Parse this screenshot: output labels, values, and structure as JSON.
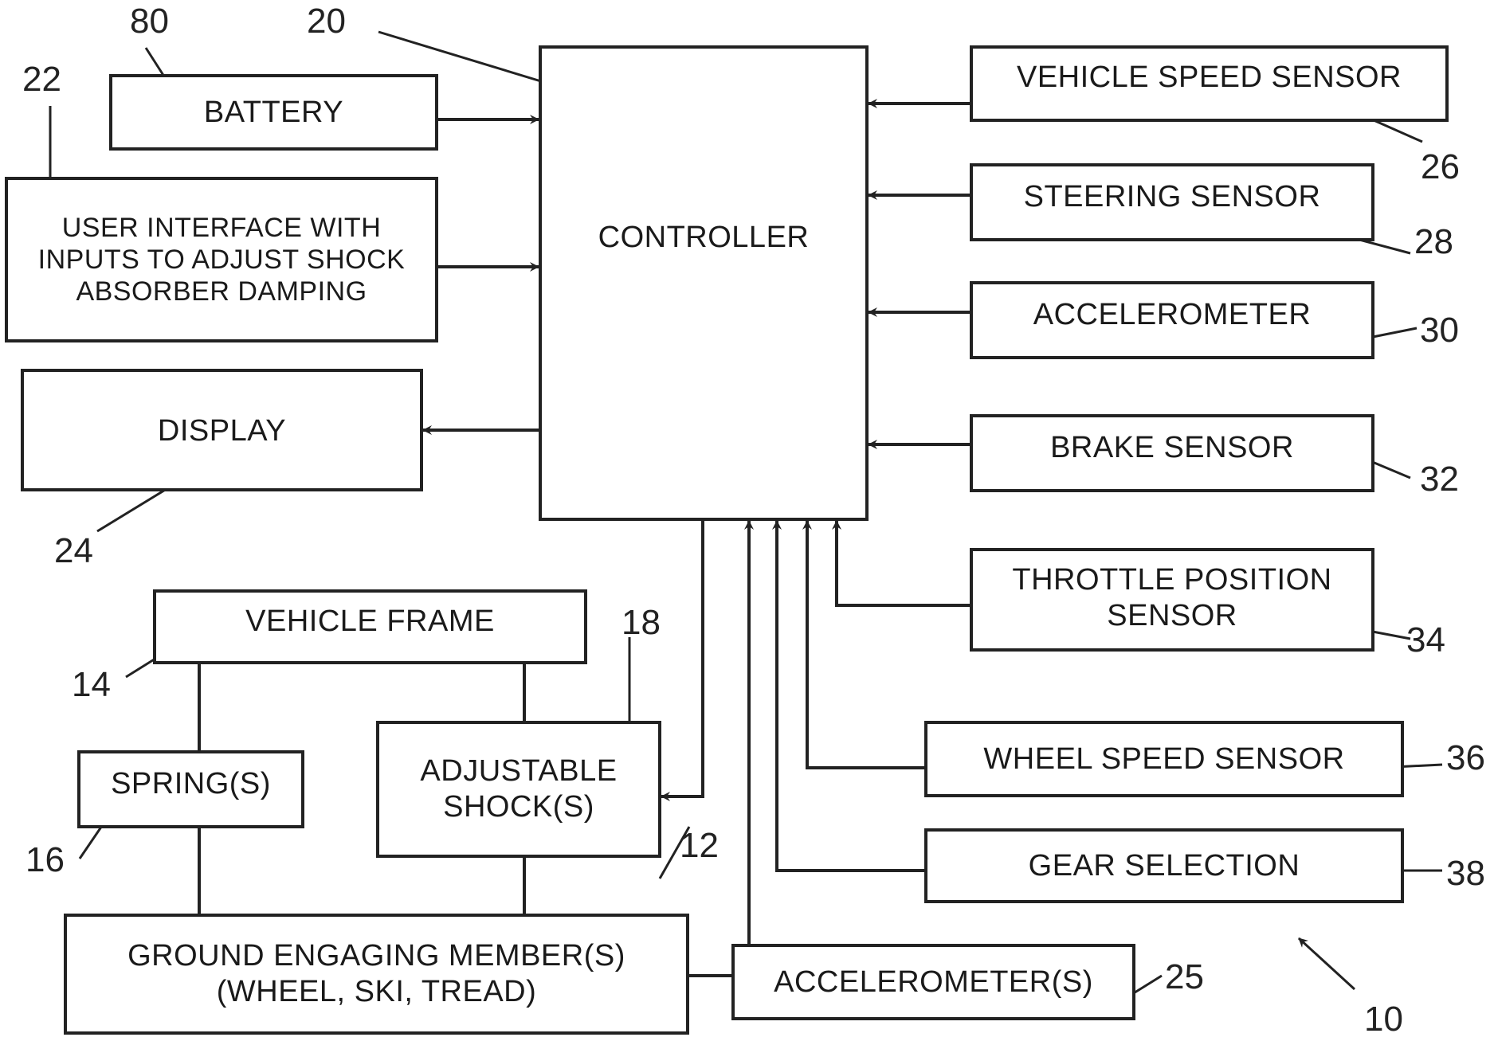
{
  "diagram": {
    "title": "Vehicle suspension control system block diagram",
    "system_ref": "10",
    "blocks": {
      "battery": {
        "label": "BATTERY",
        "ref": "80"
      },
      "user_interface": {
        "label": "USER INTERFACE WITH\nINPUTS TO ADJUST SHOCK\nABSORBER DAMPING",
        "ref": "22"
      },
      "display": {
        "label": "DISPLAY",
        "ref": "24"
      },
      "controller": {
        "label": "CONTROLLER",
        "ref": "20"
      },
      "vehicle_speed_sensor": {
        "label": "VEHICLE SPEED SENSOR",
        "ref": "26"
      },
      "steering_sensor": {
        "label": "STEERING SENSOR",
        "ref": "28"
      },
      "accelerometer": {
        "label": "ACCELEROMETER",
        "ref": "30"
      },
      "brake_sensor": {
        "label": "BRAKE SENSOR",
        "ref": "32"
      },
      "throttle_position_sensor": {
        "label": "THROTTLE POSITION\nSENSOR",
        "ref": "34"
      },
      "wheel_speed_sensor": {
        "label": "WHEEL SPEED SENSOR",
        "ref": "36"
      },
      "gear_selection": {
        "label": "GEAR SELECTION",
        "ref": "38"
      },
      "vehicle_frame": {
        "label": "VEHICLE  FRAME",
        "ref": "14"
      },
      "springs": {
        "label": "SPRING(S)",
        "ref": "16"
      },
      "adjustable_shocks": {
        "label": "ADJUSTABLE\nSHOCK(S)",
        "ref": "18"
      },
      "ground_engaging_members": {
        "label": "GROUND ENGAGING MEMBER(S)\n(WHEEL, SKI, TREAD)",
        "ref": "12"
      },
      "accelerometers": {
        "label": "ACCELEROMETER(S)",
        "ref": "25"
      }
    },
    "connections": [
      {
        "from": "battery",
        "to": "controller",
        "arrow": true
      },
      {
        "from": "user_interface",
        "to": "controller",
        "arrow": true
      },
      {
        "from": "controller",
        "to": "display",
        "arrow": true
      },
      {
        "from": "vehicle_speed_sensor",
        "to": "controller",
        "arrow": true
      },
      {
        "from": "steering_sensor",
        "to": "controller",
        "arrow": true
      },
      {
        "from": "accelerometer",
        "to": "controller",
        "arrow": true
      },
      {
        "from": "brake_sensor",
        "to": "controller",
        "arrow": true
      },
      {
        "from": "throttle_position_sensor",
        "to": "controller",
        "arrow": true
      },
      {
        "from": "wheel_speed_sensor",
        "to": "controller",
        "arrow": true
      },
      {
        "from": "gear_selection",
        "to": "controller",
        "arrow": true
      },
      {
        "from": "accelerometers",
        "to": "controller",
        "arrow": true
      },
      {
        "from": "controller",
        "to": "adjustable_shocks",
        "arrow": true
      },
      {
        "from": "vehicle_frame",
        "to": "springs",
        "arrow": false
      },
      {
        "from": "vehicle_frame",
        "to": "adjustable_shocks",
        "arrow": false
      },
      {
        "from": "springs",
        "to": "ground_engaging_members",
        "arrow": false
      },
      {
        "from": "adjustable_shocks",
        "to": "ground_engaging_members",
        "arrow": false
      },
      {
        "from": "ground_engaging_members",
        "to": "accelerometers",
        "arrow": false
      }
    ]
  }
}
